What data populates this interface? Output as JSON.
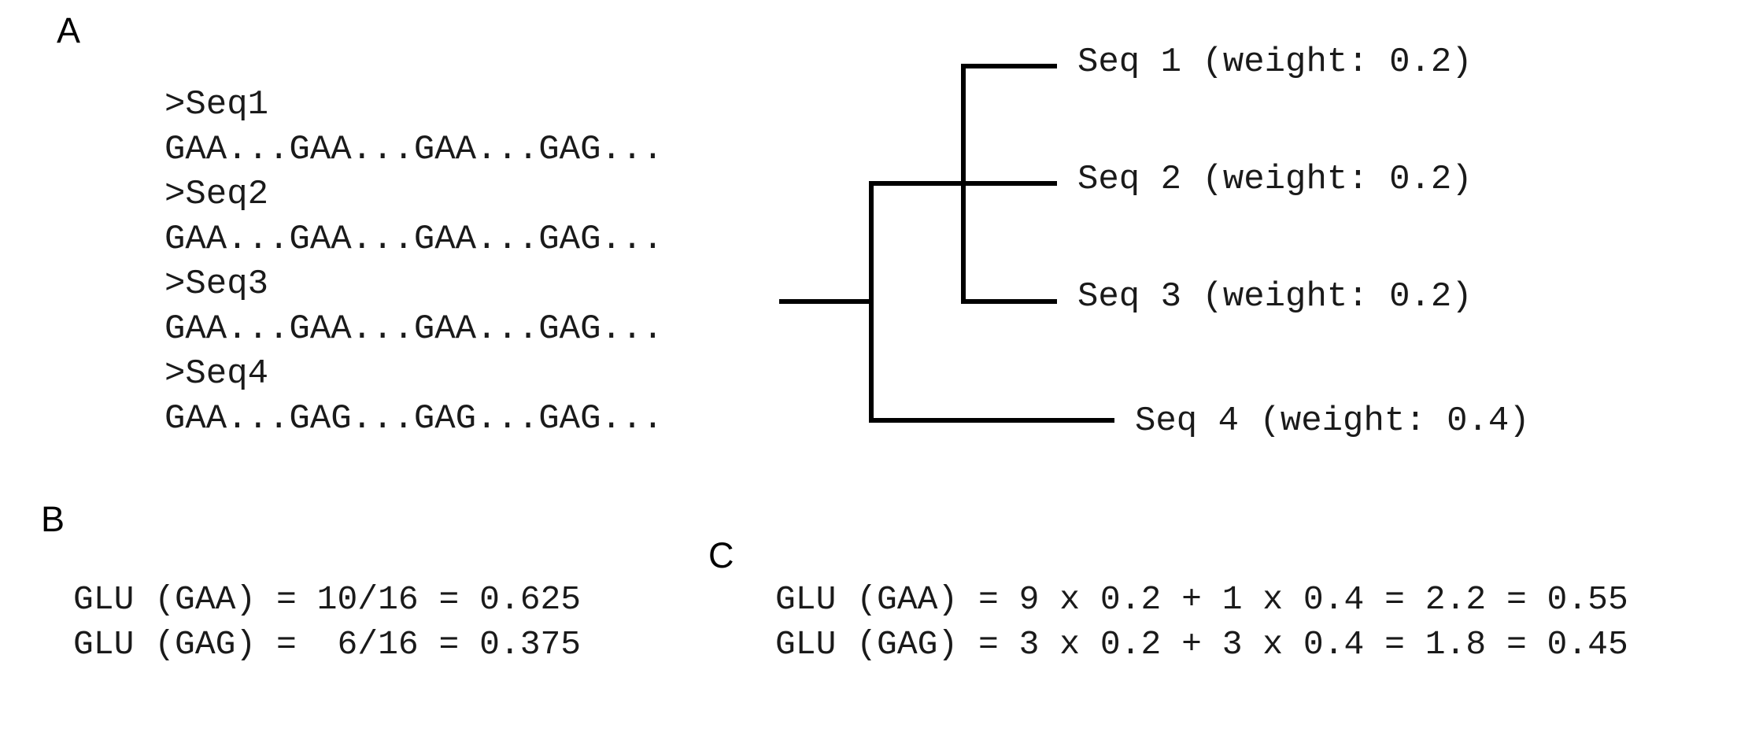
{
  "panels": {
    "a": {
      "label": "A"
    },
    "b": {
      "label": "B"
    },
    "c": {
      "label": "C"
    }
  },
  "alignment": {
    "records": [
      {
        "header": ">Seq1",
        "sequence": "GAA...GAA...GAA...GAG..."
      },
      {
        "header": ">Seq2",
        "sequence": "GAA...GAA...GAA...GAG..."
      },
      {
        "header": ">Seq3",
        "sequence": "GAA...GAA...GAA...GAG..."
      },
      {
        "header": ">Seq4",
        "sequence": "GAA...GAG...GAG...GAG..."
      }
    ]
  },
  "tree": {
    "tips": [
      {
        "label": "Seq 1 (weight: 0.2)"
      },
      {
        "label": "Seq 2 (weight: 0.2)"
      },
      {
        "label": "Seq 3 (weight: 0.2)"
      },
      {
        "label": "Seq 4 (weight: 0.4)"
      }
    ],
    "line_color": "#000000"
  },
  "unweighted": {
    "lines": [
      "GLU (GAA) = 10/16 = 0.625",
      "GLU (GAG) =  6/16 = 0.375"
    ]
  },
  "weighted": {
    "lines": [
      "GLU (GAA) = 9 x 0.2 + 1 x 0.4 = 2.2 = 0.55",
      "GLU (GAG) = 3 x 0.2 + 3 x 0.4 = 1.8 = 0.45"
    ]
  }
}
